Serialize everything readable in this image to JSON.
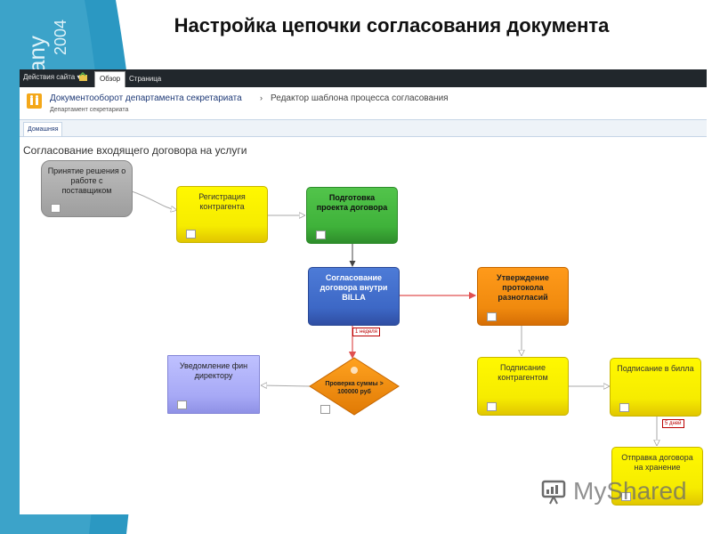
{
  "slide": {
    "title": "Настройка цепочки согласования документа",
    "band_text_a": "any",
    "band_text_b": "2004"
  },
  "topbar": {
    "menu_label": "Действия сайта ▾",
    "tabs": [
      {
        "label": "Обзор",
        "active": true
      },
      {
        "label": "Страница",
        "active": false
      }
    ]
  },
  "breadcrumb": {
    "site_title": "Документооборот департамента секретариата",
    "separator": "›",
    "page_title": "Редактор шаблона процесса согласования",
    "department": "Департамент секретариата"
  },
  "ribbon": {
    "tab_label": "Домашняя"
  },
  "workflow": {
    "title": "Согласование входящего договора на услуги",
    "nodes": {
      "decision": "Принятие решения о работе с поставщиком",
      "registration": "Регистрация контрагента",
      "prepare": "Подготовка проекта договора",
      "approve_internal": "Согласование договора внутри BILLA",
      "protocol": "Утверждение протокола разногласий",
      "notify": "Уведомление фин директору",
      "check": "Проверка суммы > 100000 руб",
      "sign_counterparty": "Подписание контрагентом",
      "sign_billa": "Подписание в билла",
      "archive": "Отправка договора на хранение"
    },
    "tags": {
      "week": "1 неделя",
      "days": "5 дней"
    }
  },
  "watermark": {
    "text": "MyShared"
  },
  "colors": {
    "topbar": "#21272c",
    "band": "#2b98c2",
    "grey_node": "#a8a8a8",
    "yellow_node": "#f6ec00",
    "green_node": "#3fb23a",
    "blue_node": "#3d68c6",
    "orange_node": "#f08a0e",
    "purple_node": "#a7a9f6",
    "red_line": "#e05050"
  }
}
